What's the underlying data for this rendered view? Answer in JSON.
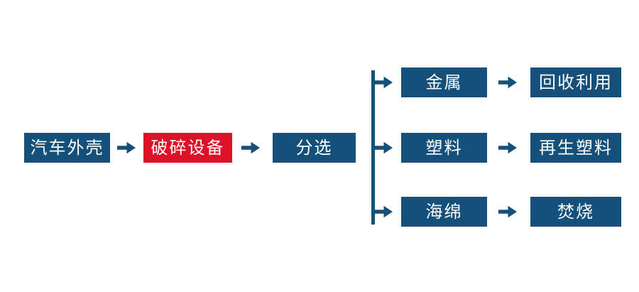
{
  "colors": {
    "node_blue": "#15507A",
    "node_highlight_red": "#DC1228",
    "arrow_blue": "#15507A",
    "node_text": "#FFFFFF",
    "background": "#FFFFFF"
  },
  "diagram": {
    "type": "flowchart",
    "description": "Car shell recycling process flow",
    "main_flow": [
      {
        "label": "汽车外壳",
        "style": "blue"
      },
      {
        "label": "破碎设备",
        "style": "red"
      },
      {
        "label": "分选",
        "style": "blue"
      }
    ],
    "branches": [
      {
        "material": "金属",
        "result": "回收利用"
      },
      {
        "material": "塑料",
        "result": "再生塑料"
      },
      {
        "material": "海绵",
        "result": "焚烧"
      }
    ]
  }
}
